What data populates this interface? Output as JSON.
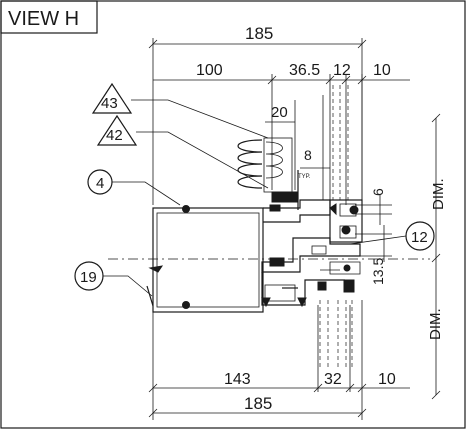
{
  "title": "VIEW H",
  "dimensions": {
    "top_overall": "185",
    "top_left": "100",
    "top_mid": "36.5",
    "top_12": "12",
    "top_10": "10",
    "dim_20": "20",
    "dim_8": "8",
    "dim_6": "6",
    "dim_13_5": "13.5",
    "bottom_143": "143",
    "bottom_32": "32",
    "bottom_10": "10",
    "bottom_overall": "185",
    "dim_right_top": "DIM.",
    "dim_right_bottom": "DIM."
  },
  "callouts": {
    "c43": "43",
    "c42": "42",
    "c4": "4",
    "c19": "19",
    "c12": "12"
  },
  "small_note": "TYP."
}
